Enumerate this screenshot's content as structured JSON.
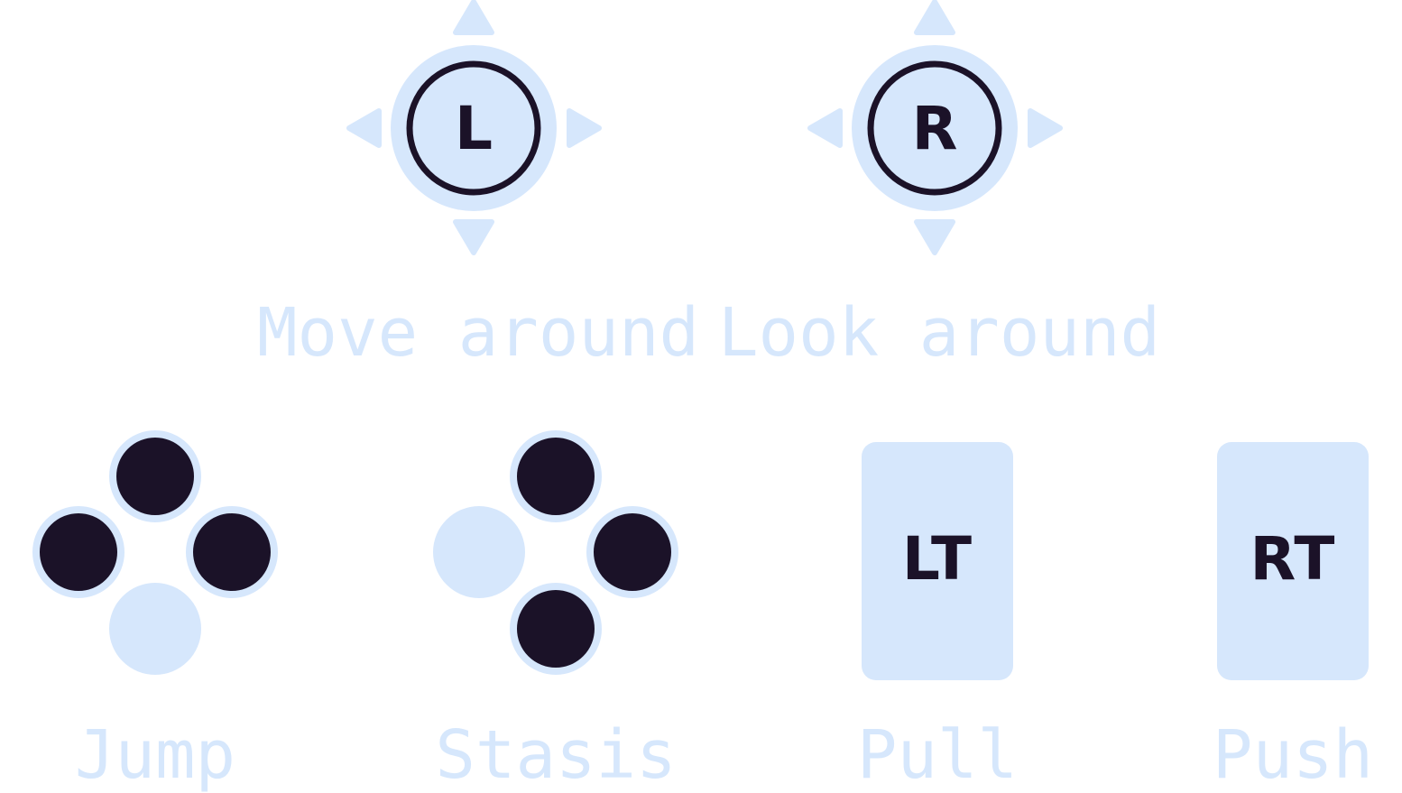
{
  "colors": {
    "accent_light": "#d6e7fc",
    "dark": "#1b1228",
    "background": "#ffffff"
  },
  "sticks": {
    "left": {
      "letter": "L",
      "label": "Move around"
    },
    "right": {
      "letter": "R",
      "label": "Look around"
    }
  },
  "face_buttons": {
    "jump": {
      "label": "Jump",
      "pressed": {
        "top": true,
        "left": true,
        "right": true,
        "bottom": false
      }
    },
    "stasis": {
      "label": "Stasis",
      "pressed": {
        "top": true,
        "left": false,
        "right": true,
        "bottom": true
      }
    }
  },
  "triggers": {
    "left": {
      "text": "LT",
      "label": "Pull"
    },
    "right": {
      "text": "RT",
      "label": "Push"
    }
  }
}
